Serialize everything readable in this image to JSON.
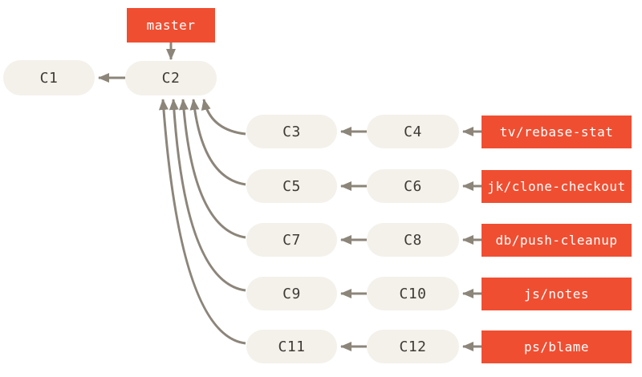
{
  "diagram": {
    "kind": "git-commit-graph",
    "description": "Commit history with one master branch and five topic branches, all forked from commit C2"
  },
  "colors": {
    "background": "#ffffff",
    "commit_fill": "#f3f1ea",
    "commit_text": "#3f3a36",
    "branch_fill": "#f04e31",
    "branch_text": "#ffffff",
    "arrow": "#8c857a"
  },
  "commits": [
    {
      "id": "c1",
      "label": "C1"
    },
    {
      "id": "c2",
      "label": "C2"
    },
    {
      "id": "c3",
      "label": "C3"
    },
    {
      "id": "c4",
      "label": "C4"
    },
    {
      "id": "c5",
      "label": "C5"
    },
    {
      "id": "c6",
      "label": "C6"
    },
    {
      "id": "c7",
      "label": "C7"
    },
    {
      "id": "c8",
      "label": "C8"
    },
    {
      "id": "c9",
      "label": "C9"
    },
    {
      "id": "c10",
      "label": "C10"
    },
    {
      "id": "c11",
      "label": "C11"
    },
    {
      "id": "c12",
      "label": "C12"
    }
  ],
  "branches": [
    {
      "id": "master",
      "label": "master",
      "points_to": "C2"
    },
    {
      "id": "tv-rebase-stat",
      "label": "tv/rebase-stat",
      "points_to": "C4"
    },
    {
      "id": "jk-clone-checkout",
      "label": "jk/clone-checkout",
      "points_to": "C6"
    },
    {
      "id": "db-push-cleanup",
      "label": "db/push-cleanup",
      "points_to": "C8"
    },
    {
      "id": "js-notes",
      "label": "js/notes",
      "points_to": "C10"
    },
    {
      "id": "ps-blame",
      "label": "ps/blame",
      "points_to": "C12"
    }
  ],
  "edges": {
    "commit_parent": [
      [
        "C2",
        "C1"
      ],
      [
        "C3",
        "C2"
      ],
      [
        "C4",
        "C3"
      ],
      [
        "C5",
        "C2"
      ],
      [
        "C6",
        "C5"
      ],
      [
        "C7",
        "C2"
      ],
      [
        "C8",
        "C7"
      ],
      [
        "C9",
        "C2"
      ],
      [
        "C10",
        "C9"
      ],
      [
        "C11",
        "C2"
      ],
      [
        "C12",
        "C11"
      ]
    ],
    "branch_pointer": [
      [
        "master",
        "C2"
      ],
      [
        "tv/rebase-stat",
        "C4"
      ],
      [
        "jk/clone-checkout",
        "C6"
      ],
      [
        "db/push-cleanup",
        "C8"
      ],
      [
        "js/notes",
        "C10"
      ],
      [
        "ps/blame",
        "C12"
      ]
    ]
  }
}
